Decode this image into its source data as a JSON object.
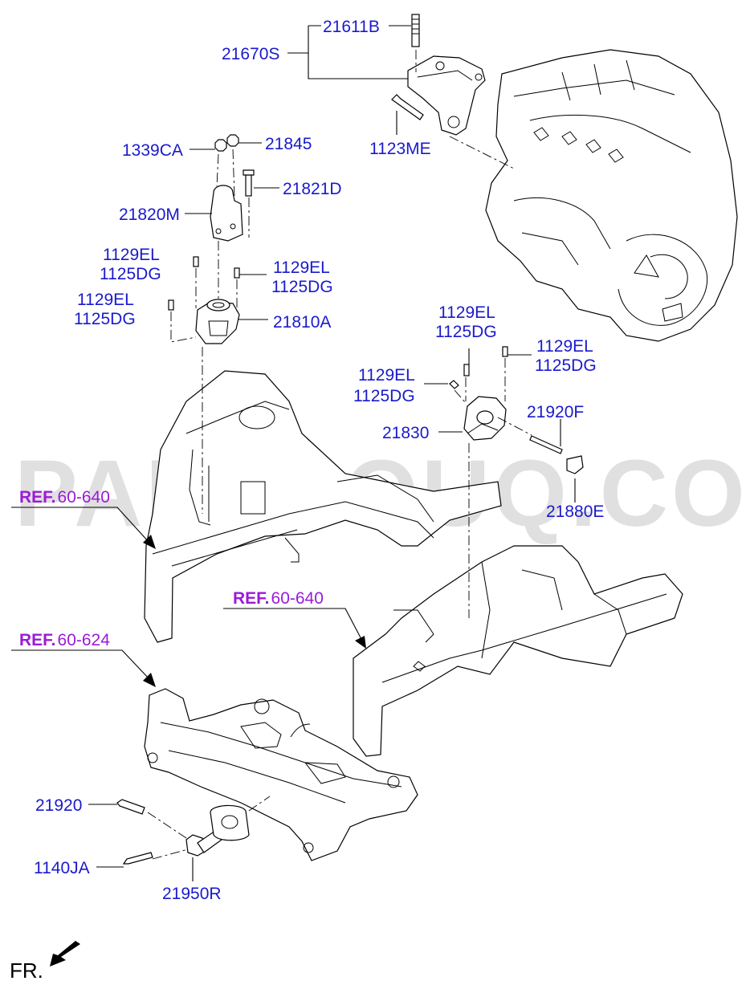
{
  "watermark": "PARTSOUQ.COM",
  "orientation_label": "FR.",
  "colors": {
    "part_label": "#1a1acc",
    "reference": "#9b1bd6",
    "line": "#000000"
  },
  "part_labels": {
    "p21611B": "21611B",
    "p21670S": "21670S",
    "p1123ME": "1123ME",
    "p1339CA": "1339CA",
    "p21845": "21845",
    "p21821D": "21821D",
    "p21820M": "21820M",
    "bolt_a_1": "1129EL",
    "bolt_a_2": "1125DG",
    "bolt_b_1": "1129EL",
    "bolt_b_2": "1125DG",
    "bolt_c_1": "1129EL",
    "bolt_c_2": "1125DG",
    "p21810A": "21810A",
    "bolt_d_1": "1129EL",
    "bolt_d_2": "1125DG",
    "bolt_e_1": "1129EL",
    "bolt_e_2": "1125DG",
    "bolt_f_1": "1129EL",
    "bolt_f_2": "1125DG",
    "p21830": "21830",
    "p21920F": "21920F",
    "p21880E": "21880E",
    "p21920": "21920",
    "p1140JA": "1140JA",
    "p21950R": "21950R"
  },
  "references": [
    {
      "key": "REF.",
      "num": "60-640"
    },
    {
      "key": "REF.",
      "num": "60-640"
    },
    {
      "key": "REF.",
      "num": "60-624"
    }
  ]
}
